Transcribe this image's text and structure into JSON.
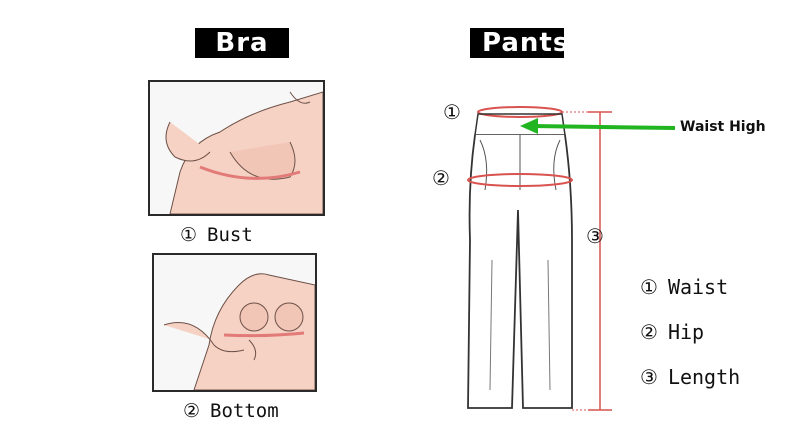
{
  "bra": {
    "heading": "Bra",
    "bust": {
      "num": "①",
      "label": "Bust"
    },
    "bottom": {
      "num": "②",
      "label": "Bottom"
    }
  },
  "pants": {
    "heading": "Pants",
    "markers": {
      "one": "①",
      "two": "②",
      "three": "③"
    },
    "waist_high": "Waist High",
    "legend": [
      {
        "num": "①",
        "label": "Waist"
      },
      {
        "num": "②",
        "label": "Hip"
      },
      {
        "num": "③",
        "label": "Length"
      }
    ]
  },
  "colors": {
    "heading_bg": "#000000",
    "measure_line": "#d9534f",
    "arrow": "#22b522",
    "skin": "#f6d2c4"
  }
}
